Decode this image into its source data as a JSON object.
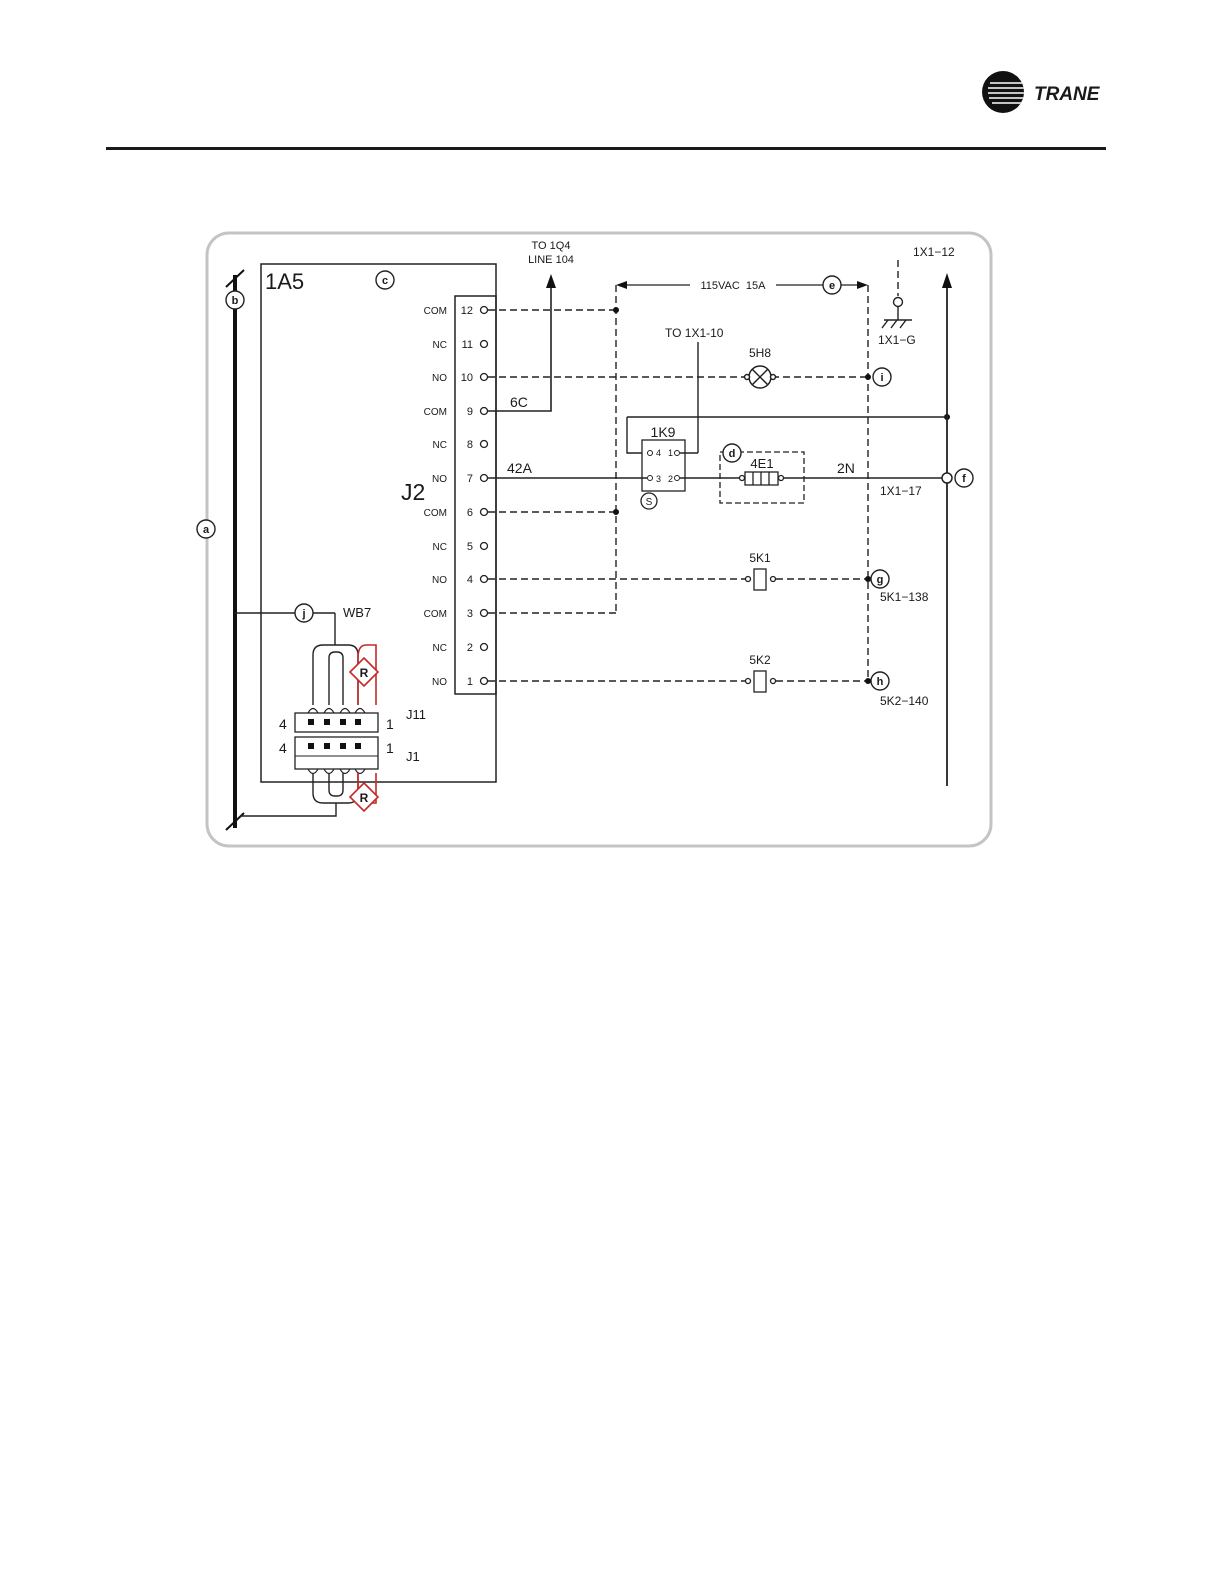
{
  "header": {
    "brand": "TRANE"
  },
  "diagram": {
    "board": "1A5",
    "connector_j2": "J2",
    "pins": [
      {
        "n": "12",
        "type": "COM"
      },
      {
        "n": "11",
        "type": "NC"
      },
      {
        "n": "10",
        "type": "NO"
      },
      {
        "n": "9",
        "type": "COM"
      },
      {
        "n": "8",
        "type": "NC"
      },
      {
        "n": "7",
        "type": "NO"
      },
      {
        "n": "6",
        "type": "COM"
      },
      {
        "n": "5",
        "type": "NC"
      },
      {
        "n": "4",
        "type": "NO"
      },
      {
        "n": "3",
        "type": "COM"
      },
      {
        "n": "2",
        "type": "NC"
      },
      {
        "n": "1",
        "type": "NO"
      }
    ],
    "to_1q4_line1": "TO 1Q4",
    "to_1q4_line2": "LINE 104",
    "voltage": "115VAC  15A",
    "x1_12": "1X1−12",
    "x1_g": "1X1−G",
    "to_1x1_10": "TO 1X1-10",
    "lamp": "5H8",
    "relay": "1K9",
    "relay_pin4": "4",
    "relay_pin1": "1",
    "relay_pin3": "3",
    "relay_pin2": "2",
    "heater": "4E1",
    "wire_6c": "6C",
    "wire_42a": "42A",
    "wire_2n": "2N",
    "x1_17": "1X1−17",
    "coil_5k1": "5K1",
    "coil_5k1_ref": "5K1−138",
    "coil_5k2": "5K2",
    "coil_5k2_ref": "5K2−140",
    "wb7": "WB7",
    "j11": "J11",
    "j1": "J1",
    "pin4": "4",
    "pin1": "1",
    "r_label": "R",
    "callouts": {
      "a": "a",
      "b": "b",
      "c": "c",
      "d": "d",
      "e": "e",
      "f": "f",
      "g": "g",
      "h": "h",
      "i": "i",
      "j": "j",
      "s": "S"
    }
  }
}
